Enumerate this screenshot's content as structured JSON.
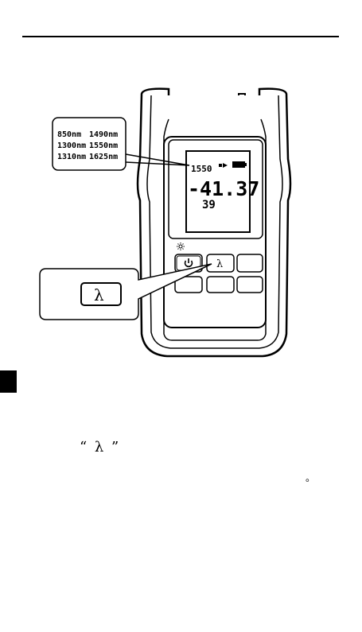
{
  "wavelength_callout": {
    "rows": [
      [
        "850nm",
        "1490nm"
      ],
      [
        "1300nm",
        "1550nm"
      ],
      [
        "1310nm",
        "1625nm"
      ]
    ]
  },
  "display": {
    "wavelength": "1550",
    "power_reading": "-41.37",
    "sub_reading": "39",
    "icons": [
      "signal-icon",
      "battery-icon"
    ]
  },
  "keypad": {
    "power_key_icon": "power-icon",
    "backlight_icon": "sun-icon",
    "lambda_key_label": "λ"
  },
  "callout_key": {
    "label": "λ"
  },
  "body_text": {
    "quote_line": "“ λ ”",
    "period": "。"
  }
}
